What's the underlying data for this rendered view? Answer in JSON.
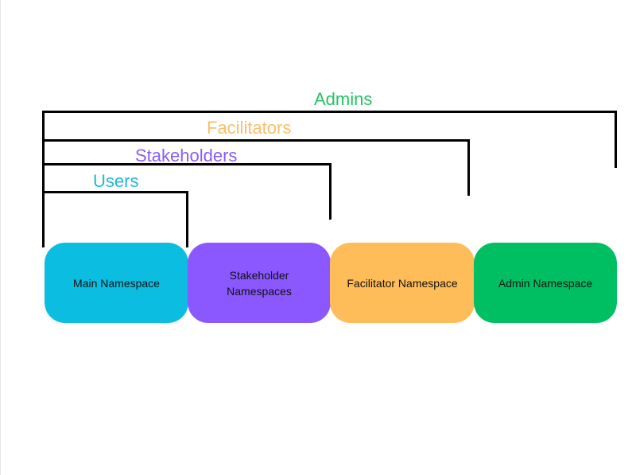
{
  "groups": [
    {
      "id": "admins",
      "label": "Admins",
      "color": "#22c55e"
    },
    {
      "id": "facilitators",
      "label": "Facilitators",
      "color": "#fbbf6a"
    },
    {
      "id": "stakeholders",
      "label": "Stakeholders",
      "color": "#8b5cf6"
    },
    {
      "id": "users",
      "label": "Users",
      "color": "#22b8d8"
    }
  ],
  "namespaces": [
    {
      "id": "main",
      "label": "Main Namespace",
      "color": "#0bbde0"
    },
    {
      "id": "stakeholder",
      "label": "Stakeholder\nNamespaces",
      "color": "#8b57ff"
    },
    {
      "id": "facilitator",
      "label": "Facilitator Namespace",
      "color": "#ffbd59"
    },
    {
      "id": "admin",
      "label": "Admin Namespace",
      "color": "#00bf63"
    }
  ],
  "bracket_color": "#000000"
}
